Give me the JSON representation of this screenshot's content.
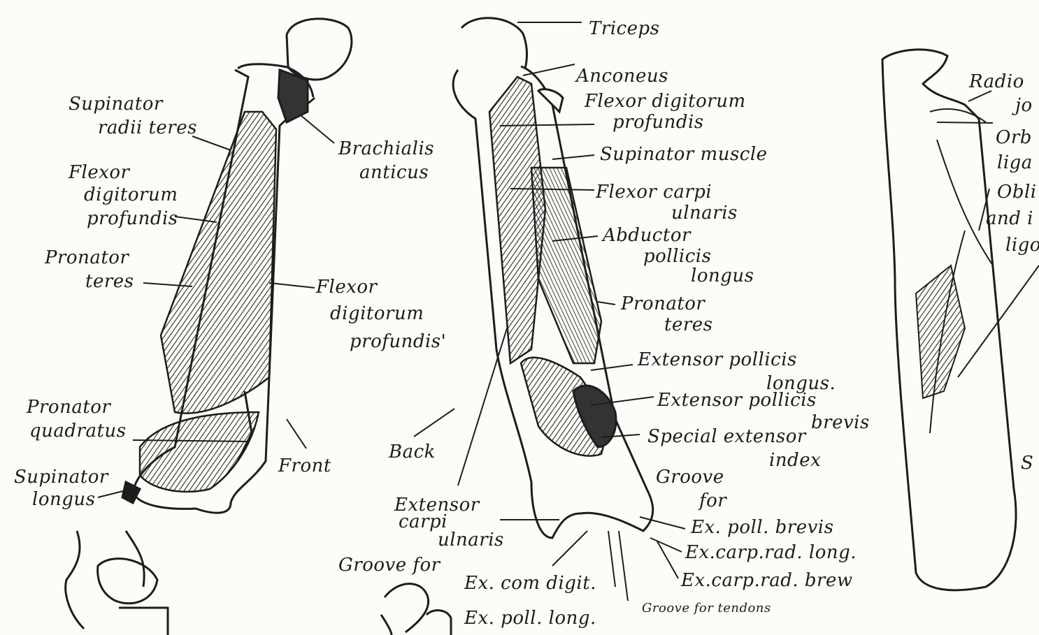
{
  "labels": {
    "triceps": "Triceps",
    "anconeus": "Anconeus",
    "flexor_digitorum_back_1": "Flexor digitorum",
    "flexor_digitorum_back_2": "profundis",
    "supinator_muscle": "Supinator muscle",
    "flexor_carpi_1": "Flexor carpi",
    "flexor_carpi_2": "ulnaris",
    "abductor_1": "Abductor",
    "abductor_2": "pollicis",
    "abductor_3": "longus",
    "pronator_back_1": "Pronator",
    "pronator_back_2": "teres",
    "ext_poll_longus_1": "Extensor pollicis",
    "ext_poll_longus_2": "longus.",
    "ext_poll_brevis_1": "Extensor pollicis",
    "ext_poll_brevis_2": "brevis",
    "special_ext_1": "Special extensor",
    "special_ext_2": "index",
    "groove_1": "Groove",
    "groove_2": "for",
    "ex_poll_brevis": "Ex. poll. brevis",
    "ex_carp_rad_long": "Ex.carp.rad. long.",
    "ex_carp_rad_brev": "Ex.carp.rad. brew",
    "groove_tendons": "Groove for tendons",
    "ex_com_digit": "Ex. com digit.",
    "ex_poll_long": "Ex. poll. long.",
    "groove_for": "Groove for",
    "ext_carpi_1": "Extensor",
    "ext_carpi_2": "carpi",
    "ext_carpi_3": "ulnaris",
    "back": "Back",
    "front": "Front",
    "supinator_radii_1": "Supinator",
    "supinator_radii_2": "radii teres",
    "brachialis_1": "Brachialis",
    "brachialis_2": "anticus",
    "flexor_front_1": "Flexor",
    "flexor_front_2": "digitorum",
    "flexor_front_3": "profundis",
    "flexor_right_1": "Flexor",
    "flexor_right_2": "digitorum",
    "flexor_right_3": "profundis'",
    "pronator_front_1": "Pronator",
    "pronator_front_2": "teres",
    "pronator_quad_1": "Pronator",
    "pronator_quad_2": "quadratus",
    "supinator_longus_1": "Supinator",
    "supinator_longus_2": "longus",
    "radio_1": "Radio",
    "radio_2": "jo",
    "orb_1": "Orb",
    "orb_2": "liga",
    "obli_1": "Obli",
    "obli_2": "and i",
    "obli_3": "ligo",
    "s_cut": "S"
  }
}
